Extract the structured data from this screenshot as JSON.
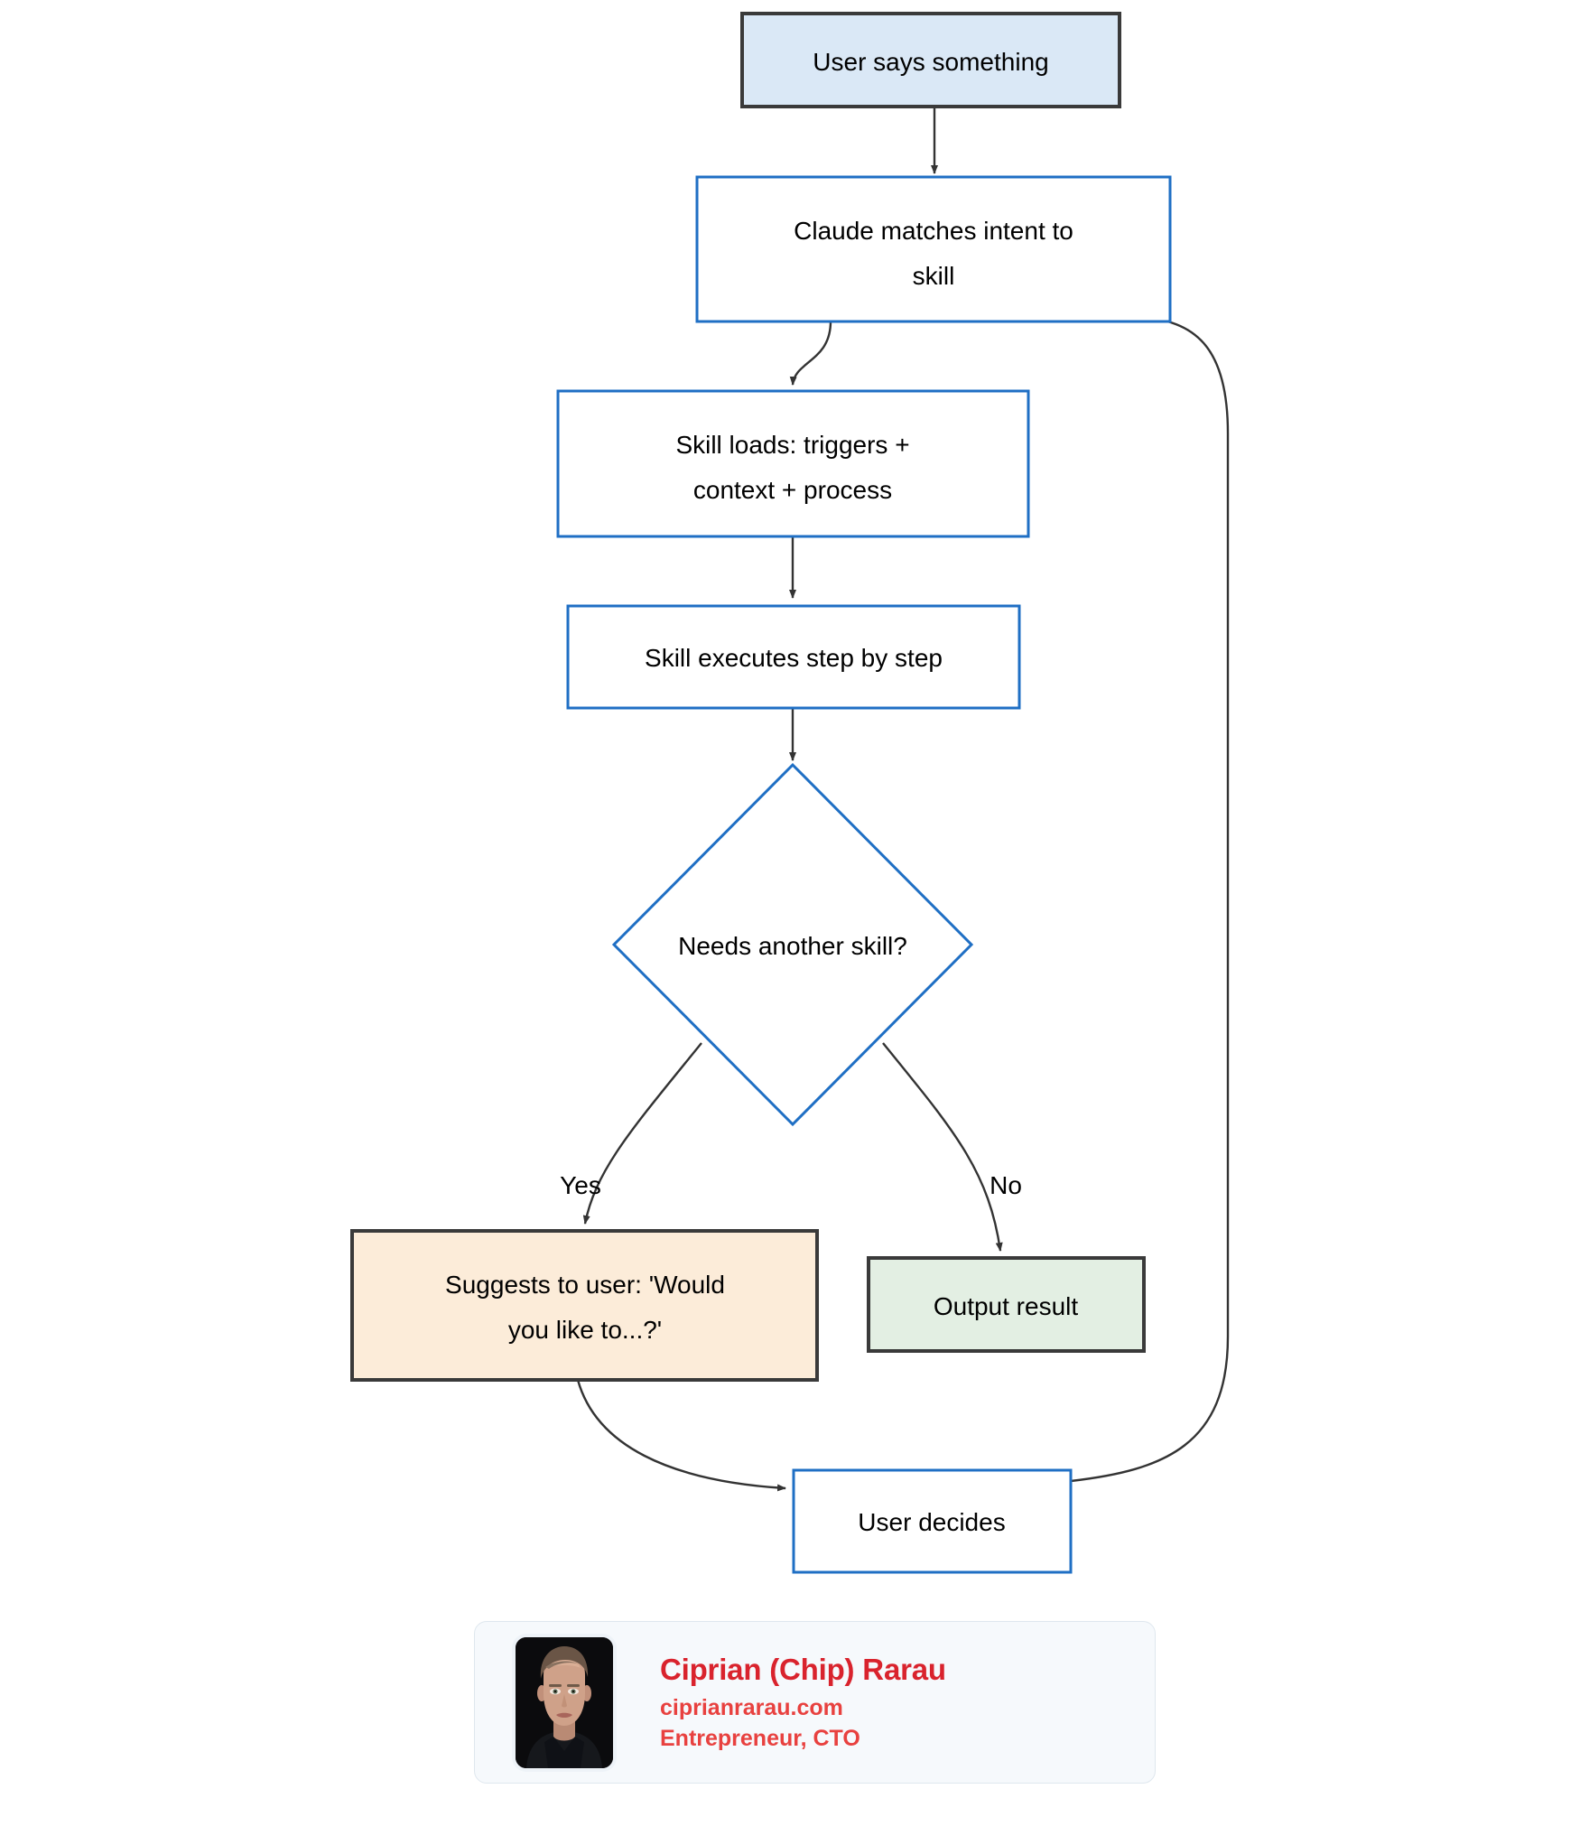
{
  "chart_data": {
    "type": "diagram",
    "diagram_kind": "flowchart",
    "title": "Claude skill invocation flow",
    "direction": "top-to-bottom",
    "nodes": [
      {
        "id": "user_says",
        "label": "User says something",
        "shape": "rect",
        "fill": "#dae8f6",
        "stroke": "#3a3a3a"
      },
      {
        "id": "claude_match",
        "label": "Claude matches intent to skill",
        "shape": "rect",
        "fill": "#ffffff",
        "stroke": "#1f6fc4"
      },
      {
        "id": "skill_loads",
        "label": "Skill loads: triggers + context + process",
        "shape": "rect",
        "fill": "#ffffff",
        "stroke": "#1f6fc4"
      },
      {
        "id": "skill_exec",
        "label": "Skill executes step by step",
        "shape": "rect",
        "fill": "#ffffff",
        "stroke": "#1f6fc4"
      },
      {
        "id": "needs_skill",
        "label": "Needs another skill?",
        "shape": "diamond",
        "fill": "#ffffff",
        "stroke": "#1f6fc4"
      },
      {
        "id": "suggests",
        "label": "Suggests to user: 'Would you like to...?'",
        "shape": "rect",
        "fill": "#fcecd9",
        "stroke": "#3a3a3a"
      },
      {
        "id": "output",
        "label": "Output result",
        "shape": "rect",
        "fill": "#e3efe3",
        "stroke": "#3a3a3a"
      },
      {
        "id": "user_decides",
        "label": "User decides",
        "shape": "rect",
        "fill": "#ffffff",
        "stroke": "#1f6fc4"
      }
    ],
    "edges": [
      {
        "from": "user_says",
        "to": "claude_match",
        "label": ""
      },
      {
        "from": "claude_match",
        "to": "skill_loads",
        "label": ""
      },
      {
        "from": "skill_loads",
        "to": "skill_exec",
        "label": ""
      },
      {
        "from": "skill_exec",
        "to": "needs_skill",
        "label": ""
      },
      {
        "from": "needs_skill",
        "to": "suggests",
        "label": "Yes"
      },
      {
        "from": "needs_skill",
        "to": "output",
        "label": "No"
      },
      {
        "from": "suggests",
        "to": "user_decides",
        "label": ""
      },
      {
        "from": "user_decides",
        "to": "claude_match",
        "label": ""
      }
    ]
  },
  "nodes": {
    "user_says": {
      "line1": "User says something"
    },
    "claude_match": {
      "line1": "Claude matches intent to",
      "line2": "skill"
    },
    "skill_loads": {
      "line1": "Skill loads: triggers +",
      "line2": "context + process"
    },
    "skill_exec": {
      "line1": "Skill executes step by step"
    },
    "needs_skill": {
      "line1": "Needs another skill?"
    },
    "suggests": {
      "line1": "Suggests to user: 'Would",
      "line2": "you like to...?'"
    },
    "output": {
      "line1": "Output result"
    },
    "user_decides": {
      "line1": "User decides"
    }
  },
  "edge_labels": {
    "yes": "Yes",
    "no": "No"
  },
  "profile": {
    "name": "Ciprian (Chip) Rarau",
    "website": "ciprianrarau.com",
    "role": "Entrepreneur, CTO",
    "photo_alt": "headshot-photo"
  },
  "colors": {
    "blue_stroke": "#1f6fc4",
    "dark_stroke": "#3a3a3a",
    "start_fill": "#dae8f6",
    "suggest_fill": "#fcecd9",
    "output_fill": "#e3efe3",
    "arrow": "#333333",
    "profile_name": "#d9232d",
    "profile_sub": "#e8413f",
    "card_bg": "#f6f9fc"
  }
}
